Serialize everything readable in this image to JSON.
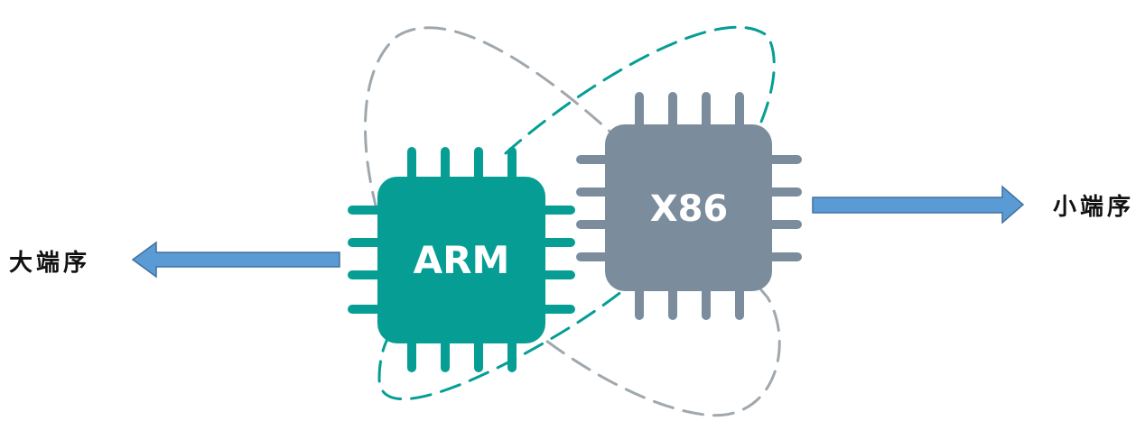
{
  "chips": {
    "arm": {
      "label": "ARM",
      "color": "#069e94"
    },
    "x86": {
      "label": "X86",
      "color": "#7b8d9c"
    }
  },
  "endianness": {
    "big": {
      "label": "大端序"
    },
    "little": {
      "label": "小端序"
    }
  },
  "colors": {
    "arrow_fill": "#5b9bd5",
    "arrow_stroke": "#41719c",
    "loop_teal": "#069e94",
    "loop_gray": "#a0a8ad"
  },
  "icons": {
    "left_arrow": "arrow-left-icon",
    "right_arrow": "arrow-right-icon"
  }
}
